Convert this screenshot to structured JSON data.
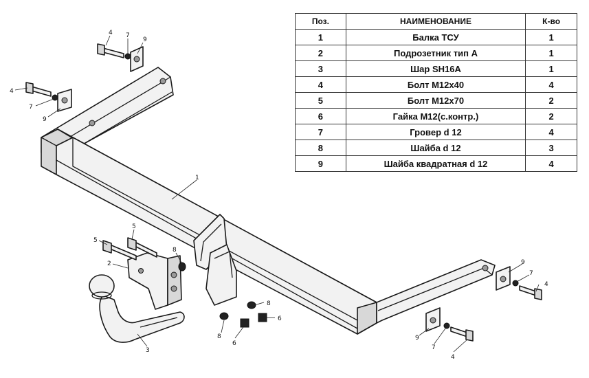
{
  "table": {
    "headers": {
      "pos": "Поз.",
      "name": "НАИМЕНОВАНИЕ",
      "qty": "К-во"
    },
    "rows": [
      {
        "pos": "1",
        "name": "Балка ТСУ",
        "qty": "1"
      },
      {
        "pos": "2",
        "name": "Подрозетник тип А",
        "qty": "1"
      },
      {
        "pos": "3",
        "name": "Шар SH16A",
        "qty": "1"
      },
      {
        "pos": "4",
        "name": "Болт М12х40",
        "qty": "4"
      },
      {
        "pos": "5",
        "name": "Болт М12х70",
        "qty": "2"
      },
      {
        "pos": "6",
        "name": "Гайка М12(с.контр.)",
        "qty": "2"
      },
      {
        "pos": "7",
        "name": "Гровер d 12",
        "qty": "4"
      },
      {
        "pos": "8",
        "name": "Шайба d 12",
        "qty": "3"
      },
      {
        "pos": "9",
        "name": "Шайба квадратная d 12",
        "qty": "4"
      }
    ]
  },
  "callouts": {
    "beam": "1",
    "socket_bracket": "2",
    "tow_ball": "3",
    "bolt_m12x40": "4",
    "bolt_m12x70": "5",
    "nut": "6",
    "spring_washer": "7",
    "washer": "8",
    "square_washer": "9"
  }
}
